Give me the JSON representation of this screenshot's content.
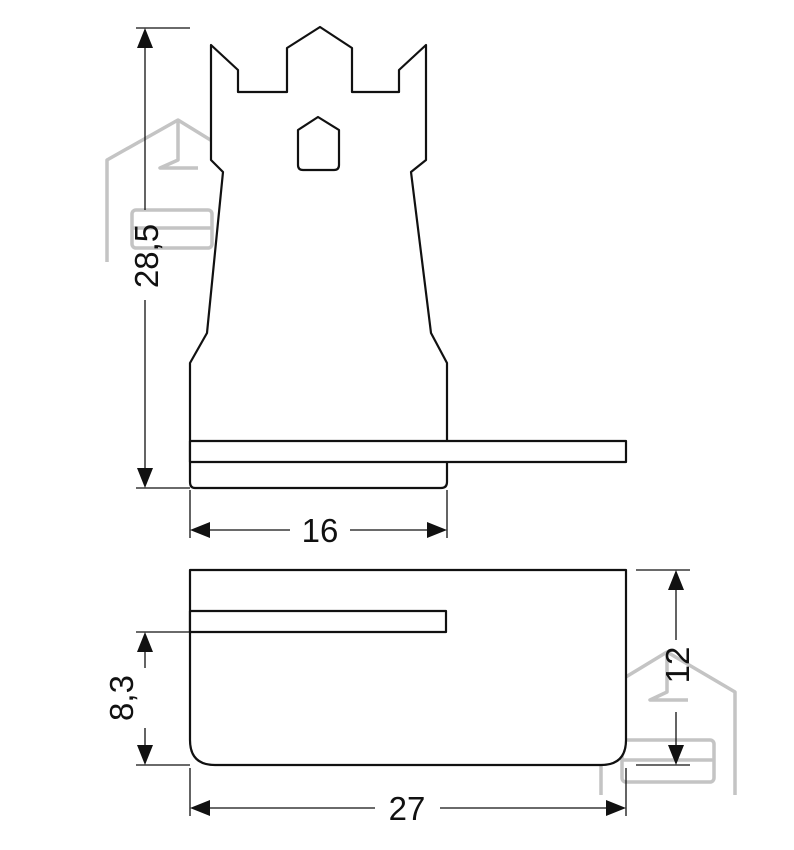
{
  "dimensions": {
    "height_top": "28,5",
    "width_top": "16",
    "width_bottom": "27",
    "height_bottom_right": "12",
    "height_bottom_left": "8,3"
  },
  "colors": {
    "line": "#111111",
    "watermark": "#c4c4c4",
    "background": "#ffffff"
  }
}
